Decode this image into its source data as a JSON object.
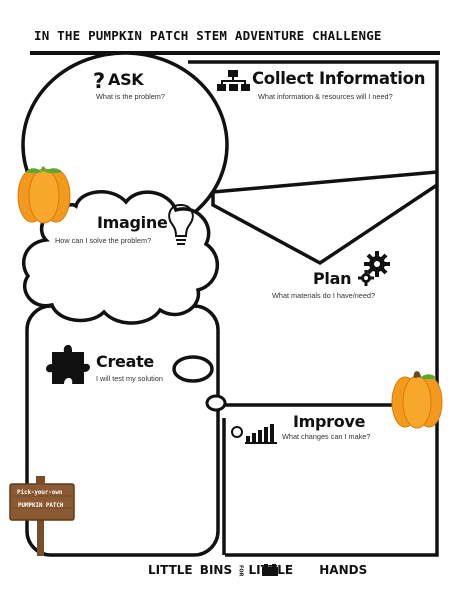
{
  "header": {
    "title": "IN THE PUMPKIN PATCH STEM ADVENTURE CHALLENGE"
  },
  "ask": {
    "title": "ASK",
    "question": "What is the problem?",
    "icon": "question-mark-icon"
  },
  "collect": {
    "title": "Collect Information",
    "question": "What information & resources will I need?",
    "icon": "hierarchy-icon"
  },
  "imagine": {
    "title": "Imagine",
    "question": "How can I solve the problem?",
    "icon": "lightbulb-icon"
  },
  "plan": {
    "title": "Plan",
    "question": "What materials do I have/need?",
    "icon": "gears-icon"
  },
  "create": {
    "title": "Create",
    "question": "I will test my solution",
    "icon": "puzzle-piece-icon"
  },
  "improve": {
    "title": "Improve",
    "question": "What changes can I make?",
    "icon": "bar-chart-icon"
  },
  "sign": {
    "line1": "Pick-your-own",
    "line2": "PUMPKIN PATCH"
  },
  "footer": {
    "part1": "LITTLE",
    "part2": "BINS",
    "part3": "FOR",
    "part4": "LITTLE",
    "part5": "HANDS"
  },
  "colors": {
    "ink": "#111111",
    "pumpkin": "#f39a1e",
    "stem": "#5aa832",
    "sign_wood": "#8b5a32"
  }
}
